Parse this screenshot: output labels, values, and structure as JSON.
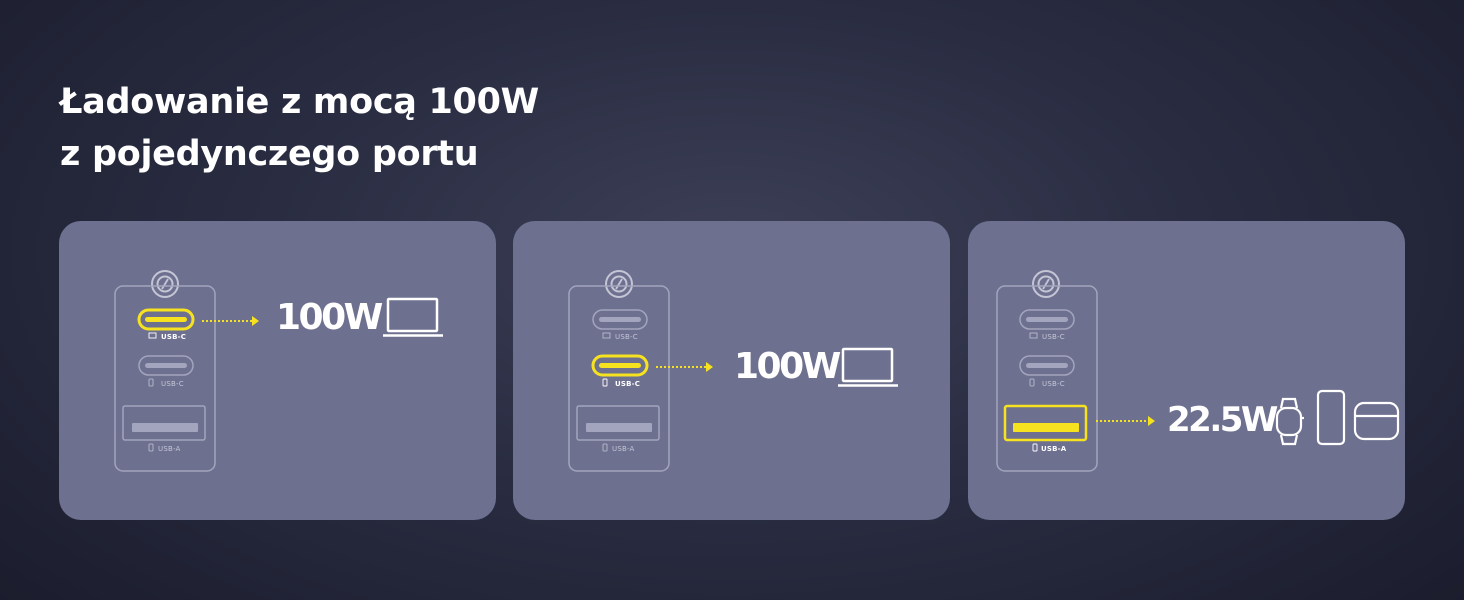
{
  "headline": {
    "line1": "Ładowanie z mocą 100W",
    "line2": "z pojedynczego portu"
  },
  "colors": {
    "background": "#1e2031",
    "card": "#6e7090",
    "highlight": "#f6e21f",
    "text": "#ffffff"
  },
  "port_labels": {
    "usb_c": "USB-C",
    "usb_a": "USB-A"
  },
  "panels": [
    {
      "active_port": "usb-c-1",
      "power": "100W",
      "devices": [
        "laptop-icon"
      ]
    },
    {
      "active_port": "usb-c-2",
      "power": "100W",
      "devices": [
        "laptop-icon"
      ]
    },
    {
      "active_port": "usb-a",
      "power": "22.5W",
      "devices": [
        "smartwatch-icon",
        "smartphone-icon",
        "earbuds-case-icon"
      ]
    }
  ]
}
